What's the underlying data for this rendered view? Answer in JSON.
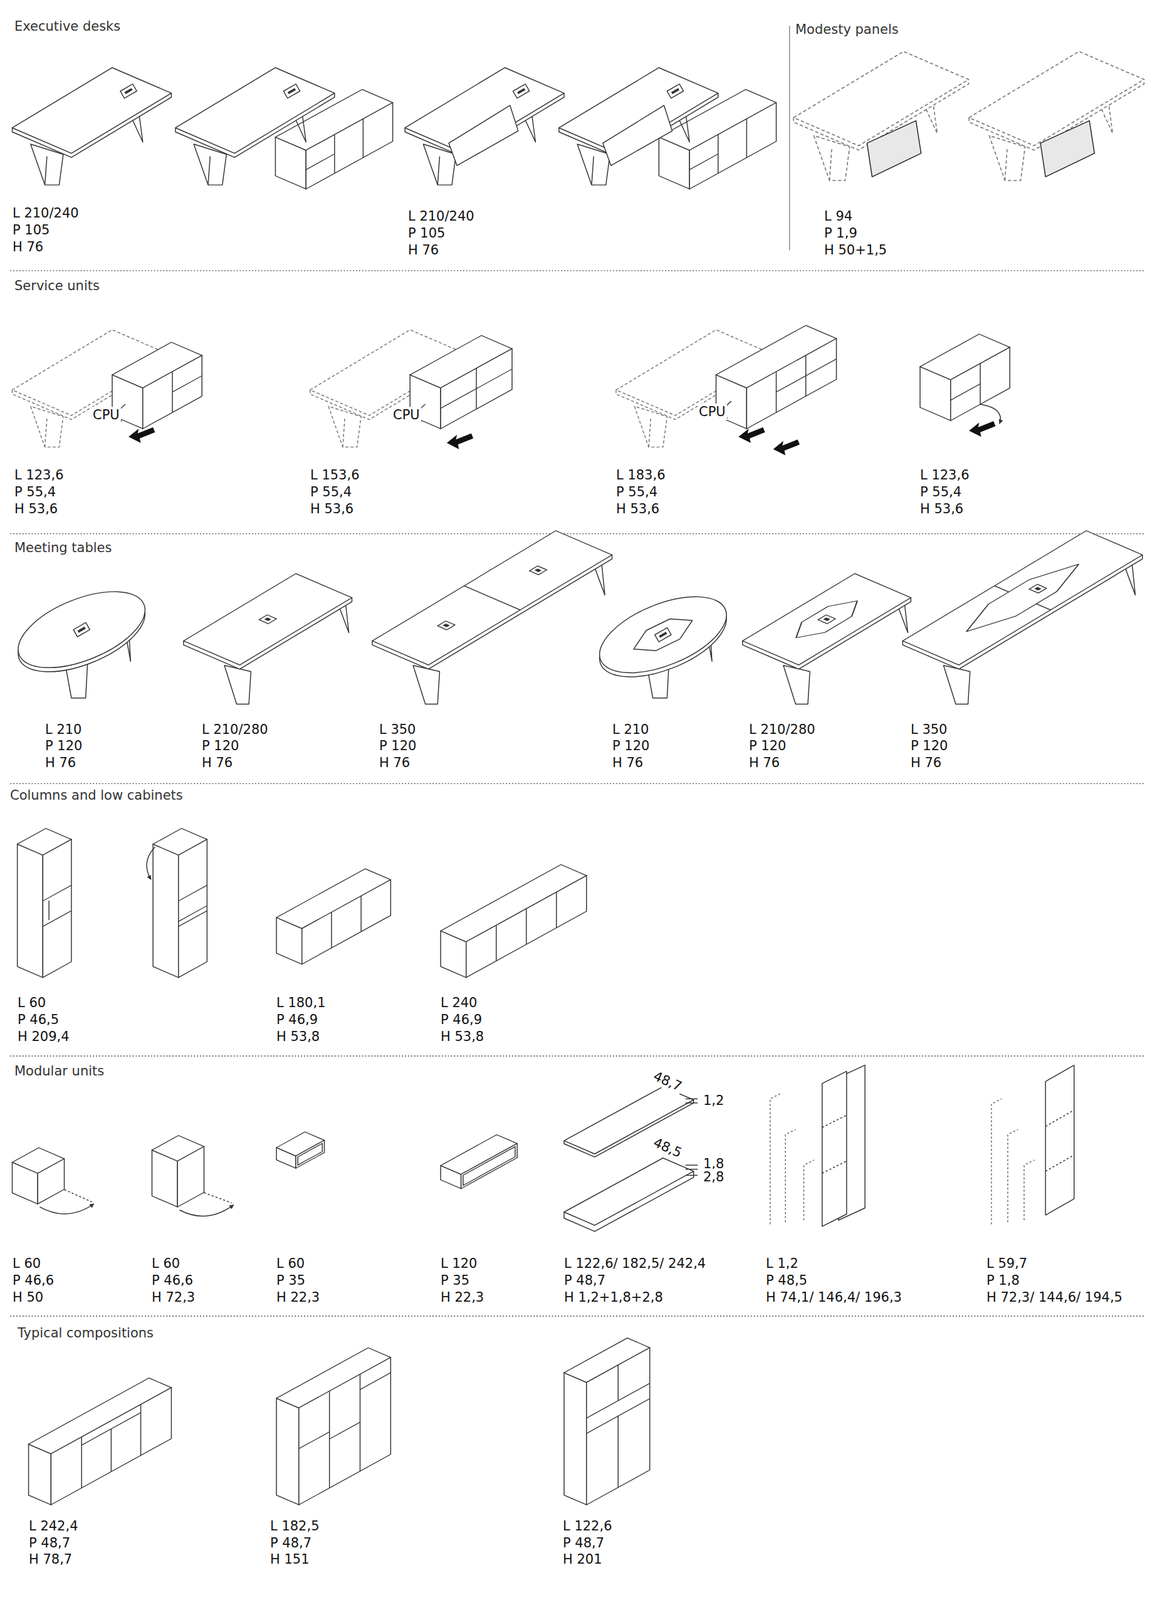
{
  "diagram": {
    "labels": [
      "Executive desks",
      "Modesty panels",
      "L 210/240",
      "P 105",
      "H 76",
      "L 210/240",
      "P 105",
      "H 76",
      "L 94",
      "P 1,9",
      "H 50+1,5",
      "Service units",
      "CPU",
      "CPU",
      "CPU",
      "L 123,6",
      "P 55,4",
      "H 53,6",
      "L 153,6",
      "P 55,4",
      "H 53,6",
      "L 183,6",
      "P 55,4",
      "H 53,6",
      "L 123,6",
      "P 55,4",
      "H 53,6",
      "Meeting tables",
      "L 210",
      "P 120",
      "H 76",
      "L 210/280",
      "P 120",
      "H 76",
      "L 350",
      "P 120",
      "H 76",
      "L 210",
      "P 120",
      "H 76",
      "L 210/280",
      "P 120",
      "H 76",
      "L 350",
      "P 120",
      "H 76",
      "Columns and low cabinets",
      "L 60",
      "P 46,5",
      "H 209,4",
      "L 180,1",
      "P 46,9",
      "H 53,8",
      "L 240",
      "P 46,9",
      "H 53,8",
      "Modular units",
      "48,7",
      "1,2",
      "48,5",
      "1,8",
      "2,8",
      "L 60",
      "P 46,6",
      "H 50",
      "L 60",
      "P 46,6",
      "H 72,3",
      "L 60",
      "P 35",
      "H 22,3",
      "L 120",
      "P 35",
      "H 22,3",
      "L 122,6/ 182,5/ 242,4",
      "P 48,7",
      "H 1,2+1,8+2,8",
      "L 1,2",
      "P 48,5",
      "H 74,1/ 146,4/ 196,3",
      "L 59,7",
      "P 1,8",
      "H 72,3/ 144,6/ 194,5",
      "Typical compositions",
      "L 242,4",
      "P 48,7",
      "H 78,7",
      "L 182,5",
      "P 48,7",
      "H 151",
      "L 122,6",
      "P 48,7",
      "H 201"
    ]
  }
}
